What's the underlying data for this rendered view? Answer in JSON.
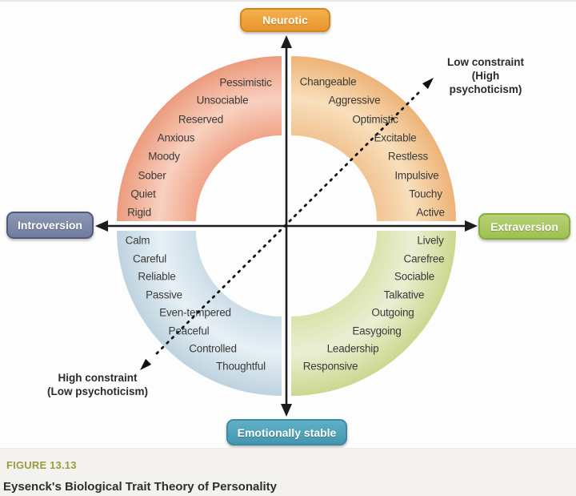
{
  "figure": {
    "number": "FIGURE 13.13",
    "title": "Eysenck's Biological Trait Theory of Personality"
  },
  "axes": {
    "top": "Neurotic",
    "bottom": "Emotionally stable",
    "left": "Introversion",
    "right": "Extraversion"
  },
  "diagonal": {
    "upper_right": "Low constraint\n(High\npsychoticism)",
    "lower_left": "High constraint\n(Low psychoticism)"
  },
  "quadrants": {
    "upper_left": {
      "name": "neurotic-introverted",
      "color": "#EC9B7C",
      "traits": [
        "Pessimistic",
        "Unsociable",
        "Reserved",
        "Anxious",
        "Moody",
        "Sober",
        "Quiet",
        "Rigid"
      ]
    },
    "upper_right": {
      "name": "neurotic-extraverted",
      "color": "#EDB377",
      "traits": [
        "Changeable",
        "Aggressive",
        "Optimistic",
        "Excitable",
        "Restless",
        "Impulsive",
        "Touchy",
        "Active"
      ]
    },
    "lower_left": {
      "name": "stable-introverted",
      "color": "#BED3DF",
      "traits": [
        "Calm",
        "Careful",
        "Reliable",
        "Passive",
        "Even-tempered",
        "Peaceful",
        "Controlled",
        "Thoughtful"
      ]
    },
    "lower_right": {
      "name": "stable-extraverted",
      "color": "#CBD88F",
      "traits": [
        "Lively",
        "Carefree",
        "Sociable",
        "Talkative",
        "Outgoing",
        "Easygoing",
        "Leadership",
        "Responsive"
      ]
    }
  },
  "colors": {
    "neurotic_button": "#E8952B",
    "introversion_button": "#717C9D",
    "extraversion_button": "#9DC151",
    "emotionally_stable_button": "#4497AF",
    "figure_number_text": "#9C9B40",
    "axis_line": "#1C1C1C"
  }
}
